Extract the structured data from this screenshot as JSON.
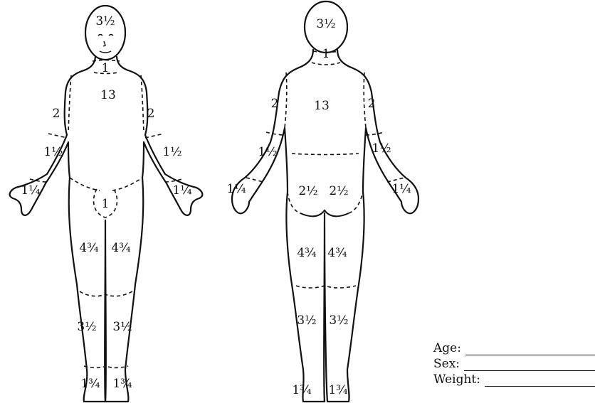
{
  "labels": {
    "front": {
      "head": "3½",
      "neck": "1",
      "trunk": "13",
      "upper_arm_left": "2",
      "upper_arm_right": "2",
      "forearm_left": "1½",
      "forearm_right": "1½",
      "hand_left": "1¼",
      "hand_right": "1¼",
      "genitals": "1",
      "thigh_left": "4¾",
      "thigh_right": "4¾",
      "leg_left": "3½",
      "leg_right": "3½",
      "foot_left": "1¾",
      "foot_right": "1¾"
    },
    "back": {
      "head": "3½",
      "neck": "1",
      "trunk": "13",
      "upper_arm_left": "2",
      "upper_arm_right": "2",
      "forearm_left": "1½",
      "forearm_right": "1½",
      "hand_left": "1¼",
      "hand_right": "1¼",
      "buttock_left": "2½",
      "buttock_right": "2½",
      "thigh_left": "4¾",
      "thigh_right": "4¾",
      "leg_left": "3½",
      "leg_right": "3½",
      "foot_left": "1¾",
      "foot_right": "1¾"
    }
  },
  "form": {
    "age_label": "Age:",
    "sex_label": "Sex:",
    "weight_label": "Weight:"
  }
}
